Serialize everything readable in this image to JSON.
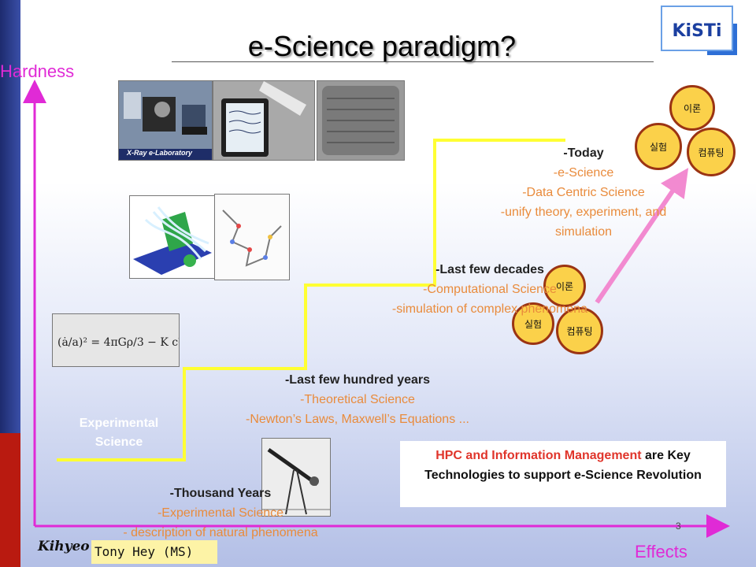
{
  "slide": {
    "title": "e-Science  paradigm?",
    "y_axis_label": "Hardness",
    "x_axis_label": "Effects",
    "author": "Kihyeo",
    "source": "Tony Hey (MS)",
    "page_number": "3",
    "logo_text": "KiSTi"
  },
  "thumbnails": {
    "xray_lab_caption": "X-Ray e-Laboratory"
  },
  "stages": {
    "experimental": {
      "label_line1": "Experimental",
      "label_line2": "Science",
      "heading": "-Thousand Years",
      "line1": "-Experimental Science",
      "line2": "- description of natural phenomena"
    },
    "theoretical": {
      "heading": "-Last few hundred years",
      "line1": "-Theoretical Science",
      "line2": "-Newton’s Laws, Maxwell’s Equations ..."
    },
    "computational": {
      "heading": "-Last few decades",
      "line1": "-Computational Science",
      "line2": "-simulation of complex phenomena"
    },
    "today": {
      "heading": "-Today",
      "line1": "-e-Science",
      "line2": "-Data Centric Science",
      "line3": "-unify theory, experiment, and",
      "line4": "simulation"
    }
  },
  "circles": {
    "theory": "이론",
    "experiment": "실험",
    "computing": "컴퓨팅"
  },
  "callout": {
    "part1": "HPC and Information Management",
    "part2": " are Key Technologies to support e-Science Revolution"
  },
  "colors": {
    "axis": "#e02ad6",
    "staircase": "#ffff33",
    "arrow": "#f28ad0",
    "stage_text": "#e98b3c",
    "callout_highlight": "#e0352b",
    "circle_fill": "#fbd14a",
    "circle_border": "#9b3413"
  }
}
